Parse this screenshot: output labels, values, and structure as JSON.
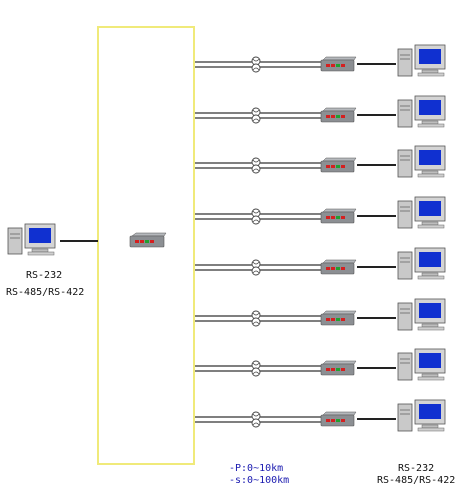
{
  "diagram": {
    "branch_count": 8,
    "colors": {
      "hub_border": "#f0ea7a",
      "line": "#333333",
      "device_body": "#8c8f93",
      "device_led_red": "#d42020",
      "device_led_green": "#22a030",
      "pc_case": "#c9c9c9",
      "pc_screen": "#1030d0",
      "label_blue": "#1a1ab0",
      "label_black": "#111111"
    },
    "left_station": {
      "line1": "RS-232",
      "line2": "RS-485/RS-422"
    },
    "right_station": {
      "line1": "RS-232",
      "line2": "RS-485/RS-422"
    },
    "distance_notes": {
      "line1": "-P:0~10km",
      "line2": "-s:0~100km"
    }
  }
}
